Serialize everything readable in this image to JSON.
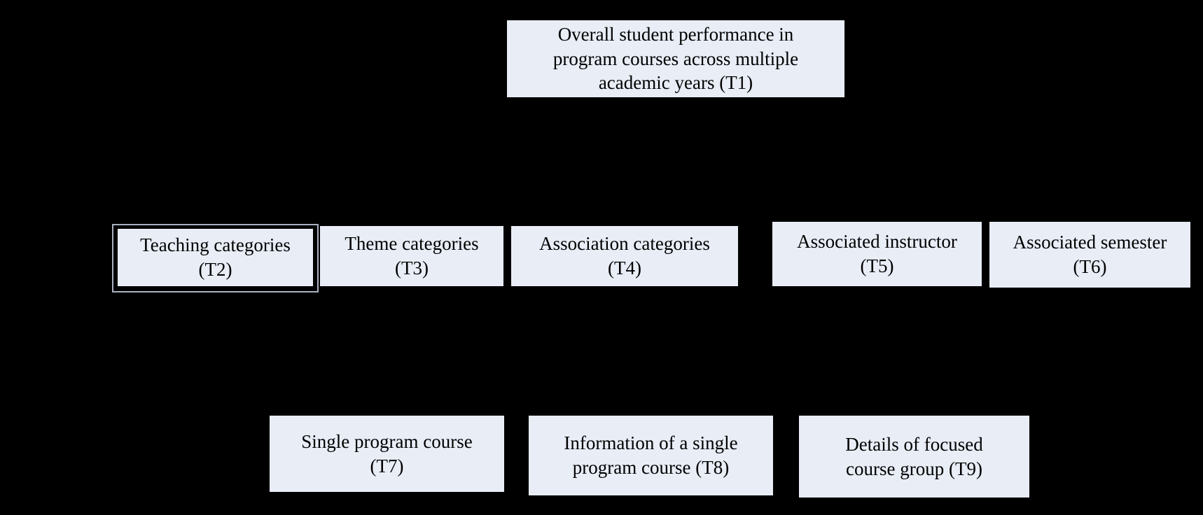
{
  "diagram": {
    "type": "task-hierarchy",
    "colors": {
      "background": "#000000",
      "node_fill": "#e8edf6",
      "node_border": "#000000",
      "text": "#000000",
      "highlight_outline": "#a9b1c0"
    },
    "nodes": [
      {
        "id": "T1",
        "tier": 1,
        "highlighted": false,
        "label": "Overall student performance in\nprogram courses across multiple\nacademic years (T1)"
      },
      {
        "id": "T2",
        "tier": 2,
        "highlighted": true,
        "label": "Teaching categories\n(T2)"
      },
      {
        "id": "T3",
        "tier": 2,
        "highlighted": false,
        "label": "Theme categories\n(T3)"
      },
      {
        "id": "T4",
        "tier": 2,
        "highlighted": false,
        "label": "Association categories\n(T4)"
      },
      {
        "id": "T5",
        "tier": 2,
        "highlighted": false,
        "label": "Associated instructor\n(T5)"
      },
      {
        "id": "T6",
        "tier": 2,
        "highlighted": false,
        "label": "Associated semester\n(T6)"
      },
      {
        "id": "T7",
        "tier": 3,
        "highlighted": false,
        "label": "Single program course\n(T7)"
      },
      {
        "id": "T8",
        "tier": 3,
        "highlighted": false,
        "label": "Information of a single\nprogram course (T8)"
      },
      {
        "id": "T9",
        "tier": 3,
        "highlighted": false,
        "label": "Details of focused\ncourse group (T9)"
      }
    ]
  }
}
